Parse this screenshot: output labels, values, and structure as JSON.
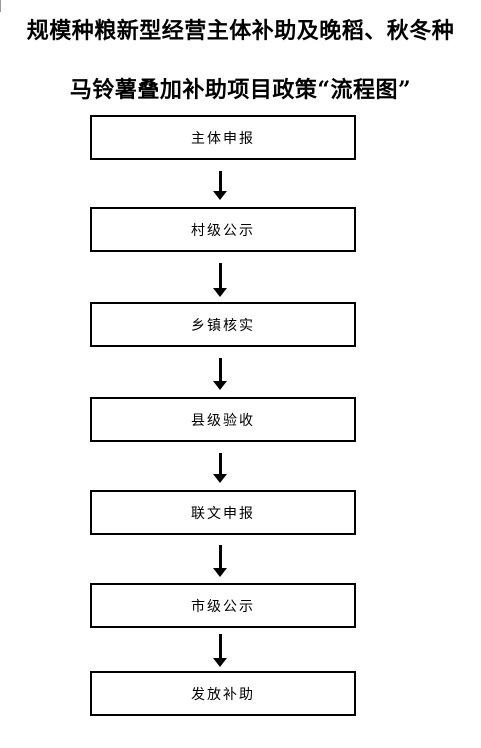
{
  "title": {
    "line1": "规模种粮新型经营主体补助及晚稻、秋冬种",
    "line2": "马铃薯叠加补助项目政策“流程图”"
  },
  "steps": [
    {
      "label": "主体申报"
    },
    {
      "label": "村级公示"
    },
    {
      "label": "乡镇核实"
    },
    {
      "label": "县级验收"
    },
    {
      "label": "联文申报"
    },
    {
      "label": "市级公示"
    },
    {
      "label": "发放补助"
    }
  ]
}
